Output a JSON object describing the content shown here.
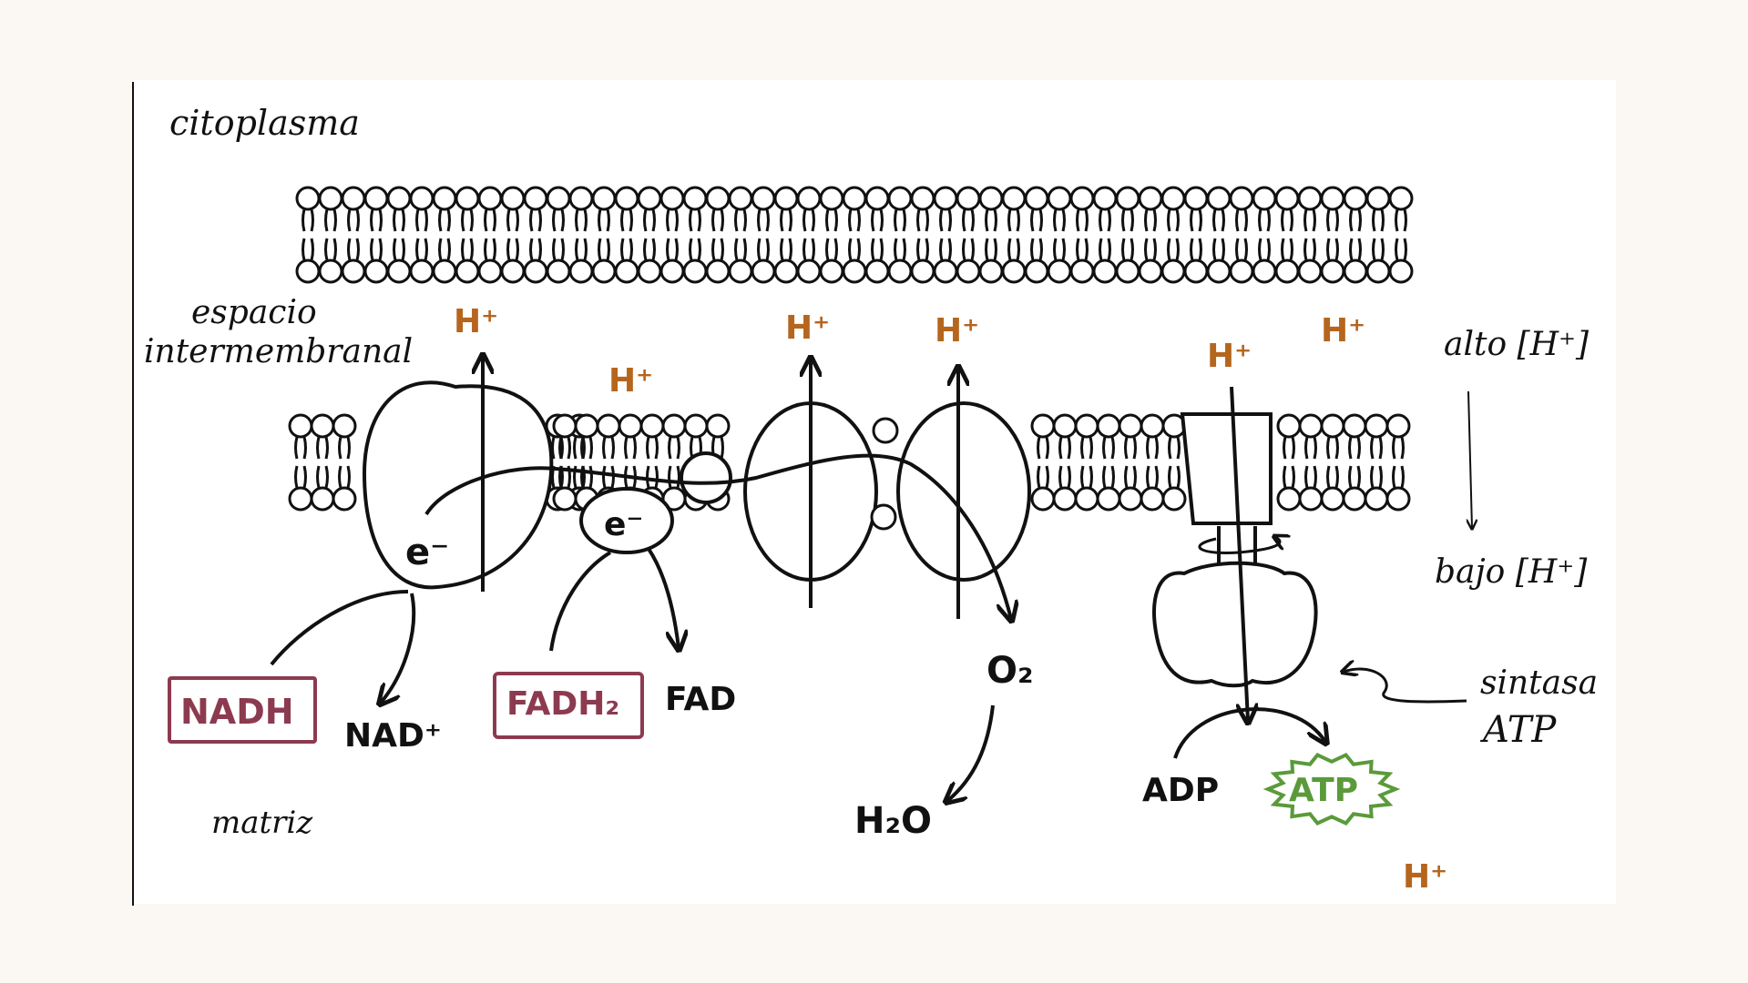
{
  "labels": {
    "cytoplasm": "citoplasma",
    "intermembrane_line1": "espacio",
    "intermembrane_line2": "intermembranal",
    "matrix": "matriz",
    "high_conc": "alto [H⁺]",
    "low_conc": "bajo [H⁺]",
    "synthase_line1": "sintasa",
    "synthase_line2": "ATP",
    "proton": "H⁺",
    "electron": "e⁻",
    "nadh": "NADH",
    "nad_plus": "NAD⁺",
    "fadh2": "FADH₂",
    "fad": "FAD",
    "oxygen": "O₂",
    "water": "H₂O",
    "adp": "ADP",
    "atp": "ATP"
  },
  "colors": {
    "background": "#fbf8f3",
    "panel": "#ffffff",
    "ink": "#111111",
    "proton": "#b5651d",
    "electron_donor_box": "#8c3a4f",
    "atp": "#5a9a3a"
  }
}
